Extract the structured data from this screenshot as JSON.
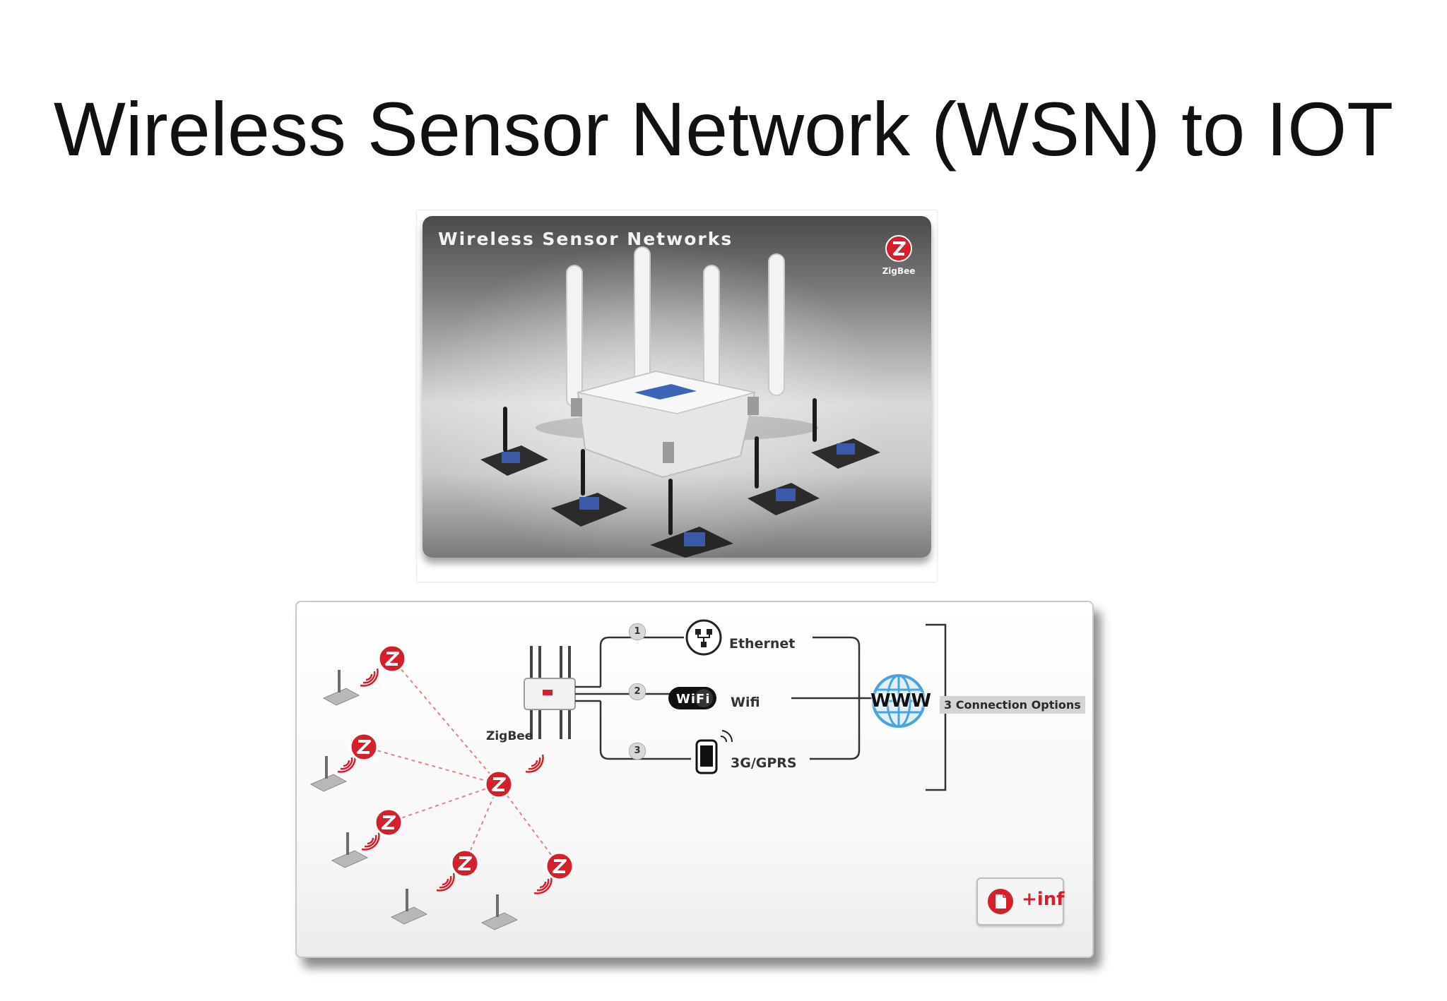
{
  "slide": {
    "title": "Wireless Sensor Network (WSN) to IOT"
  },
  "photo_panel": {
    "heading": "Wireless Sensor Networks",
    "logo_text": "ZigBee"
  },
  "diagram": {
    "zigbee_label": "ZigBee",
    "connections": [
      {
        "number": "1",
        "label": "Ethernet"
      },
      {
        "number": "2",
        "label": "Wifi"
      },
      {
        "number": "3",
        "label": "3G/GPRS"
      }
    ],
    "wifi_badge": "WiFi",
    "www_label": "WWW",
    "options_label": "3 Connection Options",
    "info_button_label": "+inf"
  },
  "colors": {
    "zigbee_red": "#d3202a",
    "link_dotted": "#e88080",
    "line": "#333333",
    "globe_blue": "#4aa3df"
  }
}
